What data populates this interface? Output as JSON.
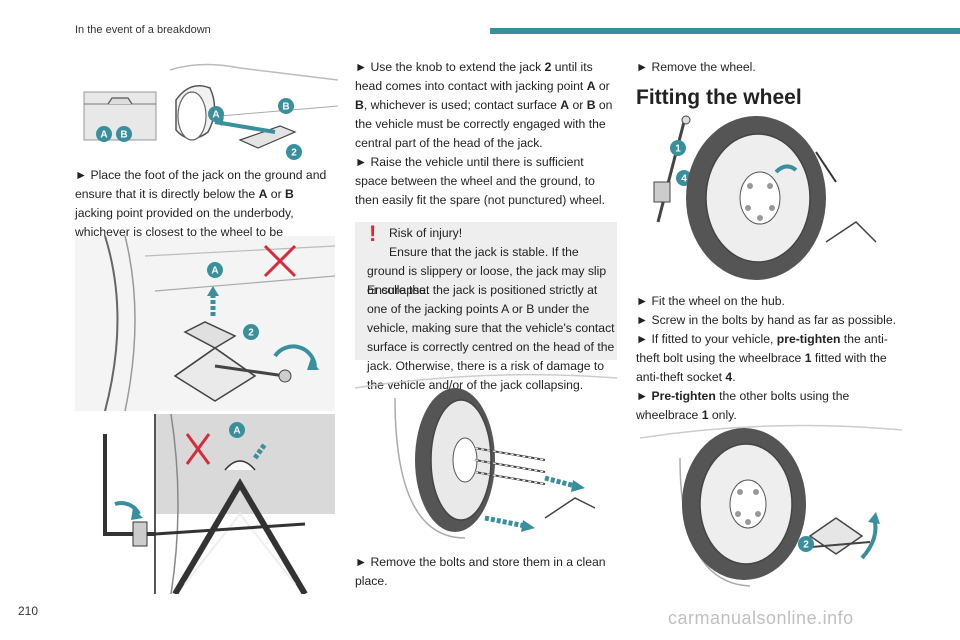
{
  "header": {
    "section": "In the event of a breakdown",
    "accent": "#3a8f9c"
  },
  "page": {
    "number": "210"
  },
  "watermark": "carmanualsonline.info",
  "col1": {
    "step_foot": [
      "► ",
      "Place the foot of the jack on the ground and ensure that it is directly below the ",
      "A",
      " or ",
      "B",
      " jacking point provided on the underbody, whichever is closest to the wheel to be changed."
    ]
  },
  "col2": {
    "step_knob_1": [
      "► ",
      "Use the knob to extend the jack ",
      "2",
      " until its head comes into contact with jacking point ",
      "A",
      " or ",
      "B",
      ", whichever is used; contact surface ",
      "A",
      " or ",
      "B",
      " on the vehicle must be correctly engaged with the central part of the head of the jack."
    ],
    "step_raise": [
      "► ",
      "Raise the vehicle until there is sufficient space between the wheel and the ground, to then easily fit the spare (not punctured) wheel."
    ],
    "warning": {
      "icon": "!",
      "title": "Risk of injury!",
      "line1": "Ensure that the jack is stable. If the ground is slippery or loose, the jack may slip or collapse.",
      "line2": "Ensure that the jack is positioned strictly at one of the jacking points A or B under the vehicle, making sure that the vehicle's contact surface is correctly centred on the head of the jack. Otherwise, there is a risk of damage to the vehicle and/or of the jack collapsing."
    },
    "step_bolts": [
      "► ",
      "Remove the bolts and store them in a clean place."
    ]
  },
  "col3": {
    "step_remove": [
      "► ",
      "Remove the wheel."
    ],
    "section_title": "Fitting the wheel",
    "step_fit": [
      "► ",
      "Fit the wheel on the hub."
    ],
    "step_screw": [
      "► ",
      "Screw in the bolts by hand as far as possible."
    ],
    "step_anti": [
      "► ",
      "If fitted to your vehicle, ",
      "pre-tighten",
      " the anti-theft bolt using the wheelbrace ",
      "1",
      " fitted with the anti-theft socket ",
      "4",
      "."
    ],
    "step_pre": [
      "► ",
      "Pre-tighten",
      " the other bolts using the wheelbrace ",
      "1",
      " only."
    ]
  },
  "badges": {
    "A": "A",
    "B": "B",
    "one": "1",
    "two": "2",
    "four": "4"
  }
}
